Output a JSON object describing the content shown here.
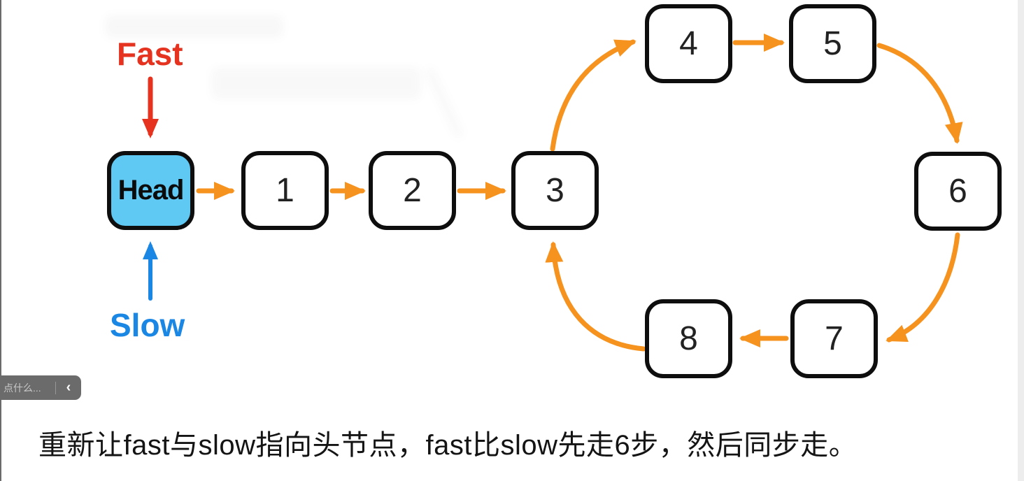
{
  "diagram": {
    "type": "linked-list-with-cycle",
    "nodes": [
      {
        "label": "Head"
      },
      {
        "label": "1"
      },
      {
        "label": "2"
      },
      {
        "label": "3"
      },
      {
        "label": "4"
      },
      {
        "label": "5"
      },
      {
        "label": "6"
      },
      {
        "label": "7"
      },
      {
        "label": "8"
      }
    ],
    "edges": [
      [
        "Head",
        "1"
      ],
      [
        "1",
        "2"
      ],
      [
        "2",
        "3"
      ],
      [
        "3",
        "4"
      ],
      [
        "4",
        "5"
      ],
      [
        "5",
        "6"
      ],
      [
        "6",
        "7"
      ],
      [
        "7",
        "8"
      ],
      [
        "8",
        "3"
      ]
    ],
    "cycle_entry": "3"
  },
  "pointers": {
    "fast_label": "Fast",
    "slow_label": "Slow",
    "fast_at": "Head",
    "slow_at": "Head"
  },
  "colors": {
    "arrow_orange": "#F6921E",
    "fast_red": "#E5331F",
    "slow_blue": "#1B87E5",
    "head_fill": "#5FC9F3",
    "node_border": "#0e0e0e",
    "danmaku_bg": "#6B6B6B"
  },
  "danmaku_bar": {
    "placeholder": "点什么...",
    "collapse_icon": "‹"
  },
  "caption": "重新让fast与slow指向头节点，fast比slow先走6步，然后同步走。"
}
